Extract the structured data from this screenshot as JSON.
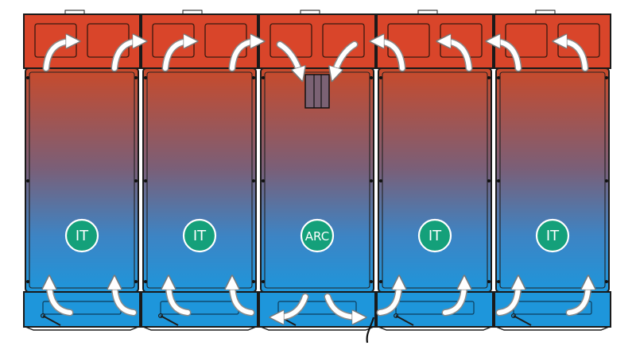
{
  "colors": {
    "hot": "#d9452a",
    "cold": "#1e96db",
    "frame": "#1a1a1a",
    "badge": "#14a07a",
    "arrow": "#ffffff"
  },
  "cabinets": [
    {
      "label": "IT",
      "role": "it-rack"
    },
    {
      "label": "IT",
      "role": "it-rack"
    },
    {
      "label": "ARC",
      "role": "cooling-unit"
    },
    {
      "label": "IT",
      "role": "it-rack"
    },
    {
      "label": "IT",
      "role": "it-rack"
    }
  ],
  "airflow": {
    "top": "hot-air-return",
    "bottom": "cold-air-supply"
  }
}
